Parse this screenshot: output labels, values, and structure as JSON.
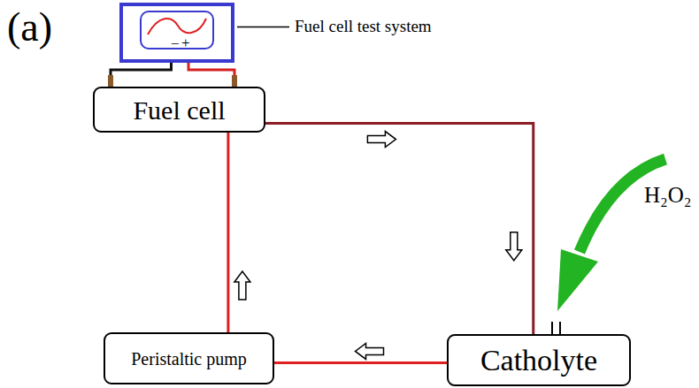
{
  "diagram": {
    "nodes": [
      {
        "text": [
          "Fuel cell test system"
        ]
      },
      {
        "text": [
          "Fuel cell"
        ]
      },
      {
        "text": [
          "Peristaltic pump"
        ]
      },
      {
        "text": [
          "Catholyte"
        ]
      }
    ],
    "edges": [
      {
        "from": 0,
        "to": 1,
        "arrow": "none"
      },
      {
        "from": 0,
        "to": 1,
        "arrow": "none"
      },
      {
        "from": 1,
        "to": 3,
        "arrow": "to"
      },
      {
        "from": 3,
        "to": 2,
        "arrow": "to"
      },
      {
        "from": 2,
        "to": 1,
        "arrow": "to"
      }
    ],
    "labels": [
      "(a)",
      "−",
      "+",
      "H₂O₂"
    ]
  }
}
